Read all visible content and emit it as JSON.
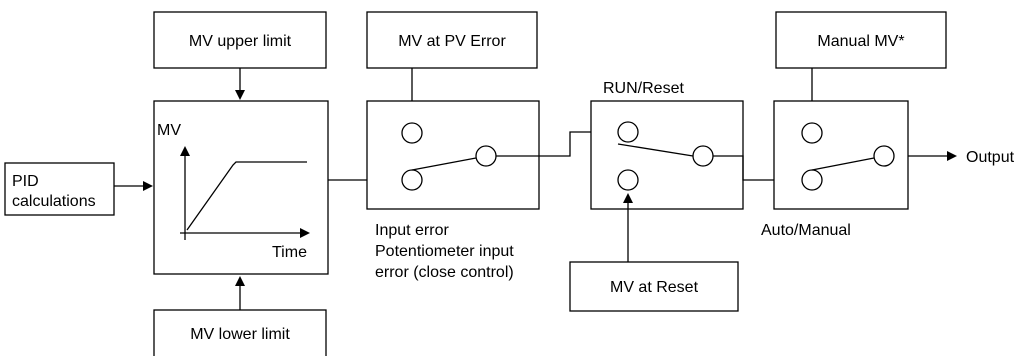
{
  "limits": {
    "upper_label": "MV upper limit",
    "lower_label": "MV lower limit"
  },
  "pid": {
    "label_line1": "PID",
    "label_line2": "calculations"
  },
  "mv_graph": {
    "y_label": "MV",
    "x_label": "Time"
  },
  "pv_error": {
    "box_label": "MV at PV Error",
    "caption_line1": "Input error",
    "caption_line2": "Potentiometer input",
    "caption_line3": "error (close control)"
  },
  "run_reset": {
    "title": "RUN/Reset",
    "box_label": "MV at Reset"
  },
  "manual": {
    "box_label": "Manual MV*",
    "caption": "Auto/Manual"
  },
  "output": {
    "label": "Output"
  }
}
